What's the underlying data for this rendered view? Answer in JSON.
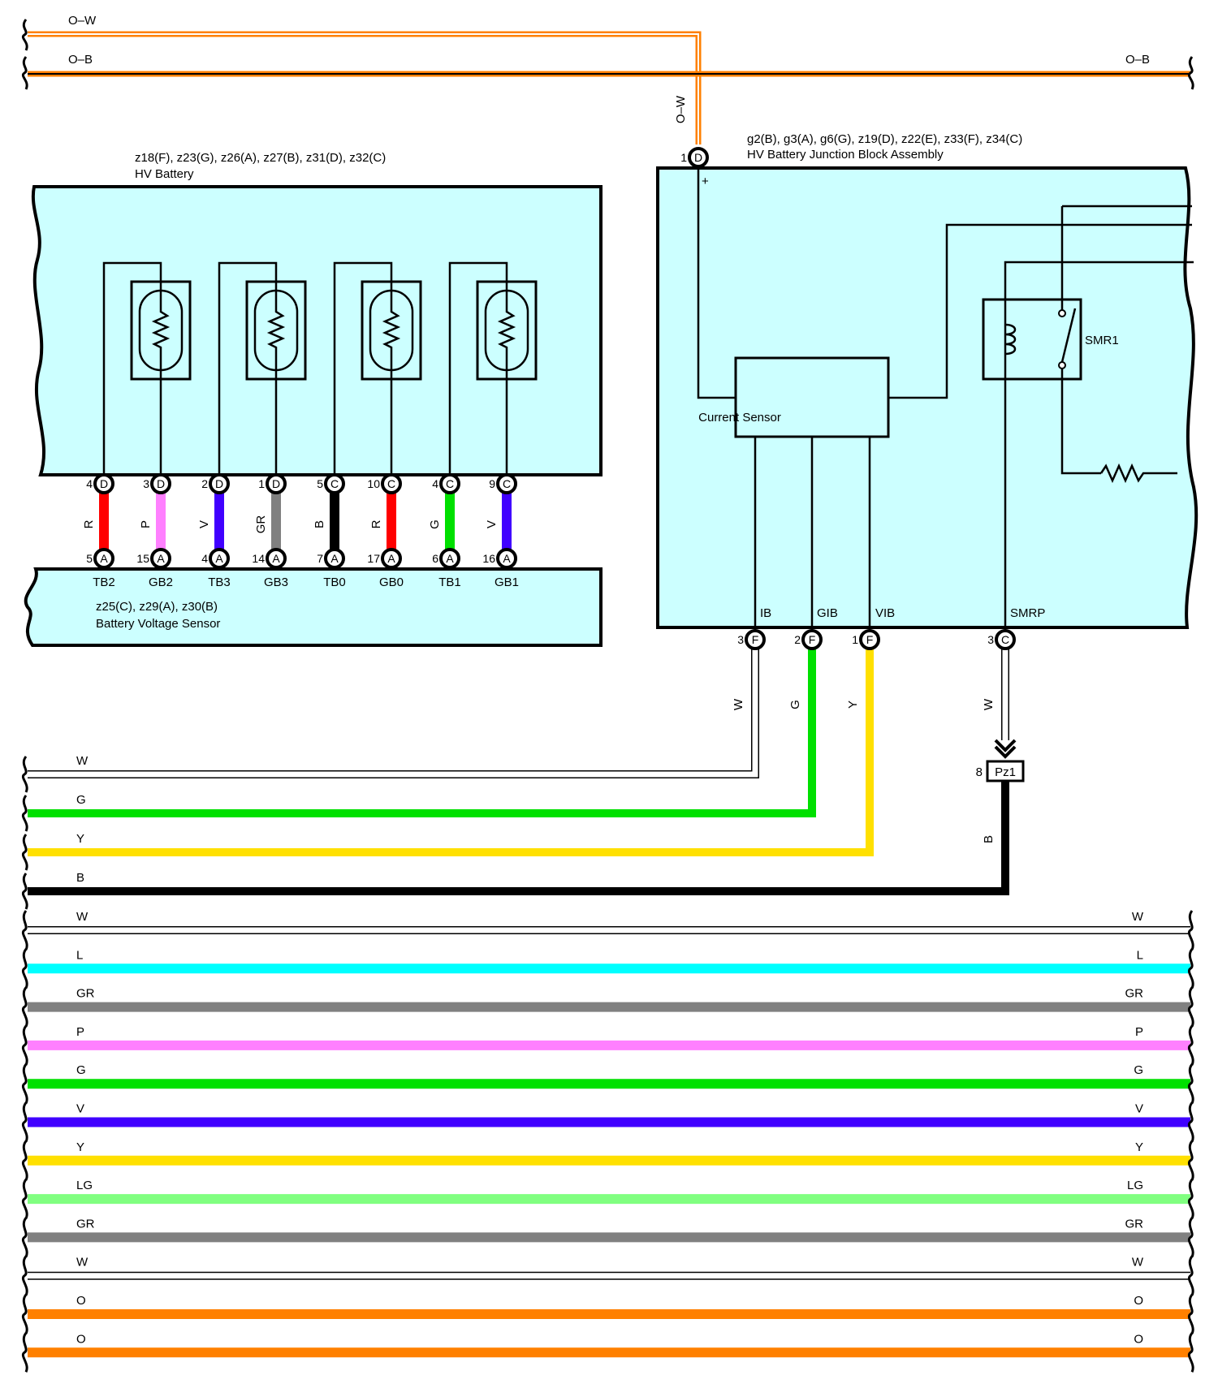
{
  "colors": {
    "panel": "#ccffff",
    "orange": "#ff8000",
    "red": "#ff0000",
    "pink": "#ff80ff",
    "violet": "#4000ff",
    "gray": "#808080",
    "black": "#000000",
    "green": "#00e000",
    "yellow": "#ffe000",
    "cyan": "#00ffff",
    "lightgreen": "#80ff80",
    "white": "#ffffff"
  },
  "top_wires": [
    {
      "label": "O–W",
      "color": "orange",
      "stripe": "white"
    },
    {
      "label": "O–B",
      "label_right": "O–B",
      "color": "orange",
      "stripe": "black"
    }
  ],
  "hv_battery": {
    "codes": "z18(F), z23(G), z26(A), z27(B), z31(D), z32(C)",
    "name": "HV Battery"
  },
  "junction_block": {
    "codes": "g2(B), g3(A), g6(G), z19(D), z22(E), z33(F), z34(C)",
    "name": "HV Battery Junction Block Assembly",
    "plus": "+",
    "current_sensor": "Current Sensor",
    "smr1": "SMR1",
    "input_pin": {
      "num": "1",
      "conn": "D"
    },
    "input_wire": "O–W",
    "terminals": [
      {
        "name": "IB",
        "num": "3",
        "conn": "F"
      },
      {
        "name": "GIB",
        "num": "2",
        "conn": "F"
      },
      {
        "name": "VIB",
        "num": "1",
        "conn": "F"
      },
      {
        "name": "SMRP",
        "num": "3",
        "conn": "C"
      }
    ],
    "out_wires": [
      "W",
      "G",
      "Y",
      "W"
    ]
  },
  "sensor_links": [
    {
      "top_num": "4",
      "top_conn": "D",
      "color_code": "R",
      "color": "red",
      "bot_num": "5",
      "bot_conn": "A",
      "terminal": "TB2"
    },
    {
      "top_num": "3",
      "top_conn": "D",
      "color_code": "P",
      "color": "pink",
      "bot_num": "15",
      "bot_conn": "A",
      "terminal": "GB2"
    },
    {
      "top_num": "2",
      "top_conn": "D",
      "color_code": "V",
      "color": "violet",
      "bot_num": "4",
      "bot_conn": "A",
      "terminal": "TB3"
    },
    {
      "top_num": "1",
      "top_conn": "D",
      "color_code": "GR",
      "color": "gray",
      "bot_num": "14",
      "bot_conn": "A",
      "terminal": "GB3"
    },
    {
      "top_num": "5",
      "top_conn": "C",
      "color_code": "B",
      "color": "black",
      "bot_num": "7",
      "bot_conn": "A",
      "terminal": "TB0"
    },
    {
      "top_num": "10",
      "top_conn": "C",
      "color_code": "R",
      "color": "red",
      "bot_num": "17",
      "bot_conn": "A",
      "terminal": "GB0"
    },
    {
      "top_num": "4",
      "top_conn": "C",
      "color_code": "G",
      "color": "green",
      "bot_num": "6",
      "bot_conn": "A",
      "terminal": "TB1"
    },
    {
      "top_num": "9",
      "top_conn": "C",
      "color_code": "V",
      "color": "violet",
      "bot_num": "16",
      "bot_conn": "A",
      "terminal": "GB1"
    }
  ],
  "voltage_sensor": {
    "codes": "z25(C), z29(A), z30(B)",
    "name": "Battery Voltage Sensor"
  },
  "pz1": {
    "num": "8",
    "name": "Pz1",
    "wire": "B"
  },
  "bus_wires": [
    {
      "label": "W",
      "color": "white"
    },
    {
      "label": "G",
      "color": "green"
    },
    {
      "label": "Y",
      "color": "yellow"
    },
    {
      "label": "B",
      "color": "black"
    }
  ],
  "full_wires": [
    {
      "label": "W",
      "color": "white"
    },
    {
      "label": "L",
      "color": "cyan"
    },
    {
      "label": "GR",
      "color": "gray"
    },
    {
      "label": "P",
      "color": "pink"
    },
    {
      "label": "G",
      "color": "green"
    },
    {
      "label": "V",
      "color": "violet"
    },
    {
      "label": "Y",
      "color": "yellow"
    },
    {
      "label": "LG",
      "color": "lightgreen"
    },
    {
      "label": "GR",
      "color": "gray"
    },
    {
      "label": "W",
      "color": "white"
    },
    {
      "label": "O",
      "color": "orange"
    },
    {
      "label": "O",
      "color": "orange"
    }
  ]
}
